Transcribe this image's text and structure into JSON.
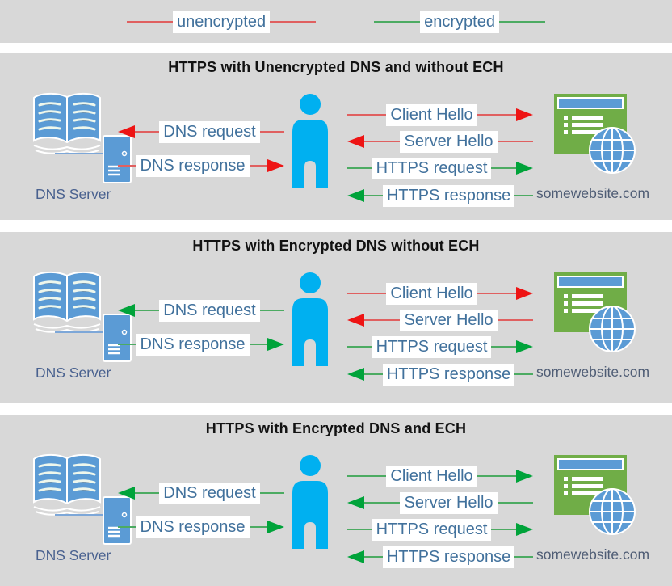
{
  "colors": {
    "panel_background": "#d8d8d8",
    "unencrypted_line": "#e06060",
    "unencrypted_arrowhead": "#ee1414",
    "encrypted_line": "#4cab62",
    "encrypted_arrowhead": "#00a33a",
    "label_text_blue": "#41719c",
    "person_blue": "#00b0f0",
    "icon_blue": "#5b9bd5",
    "website_green": "#70ad47"
  },
  "legend": {
    "items": [
      {
        "label": "unencrypted",
        "state": "unencrypted"
      },
      {
        "label": "encrypted",
        "state": "encrypted"
      }
    ]
  },
  "panels": [
    {
      "title": "HTTPS with Unencrypted DNS and without ECH",
      "dns_server_label": "DNS Server",
      "website_label": "somewebsite.com",
      "dns_arrows": [
        {
          "label": "DNS request",
          "direction": "left",
          "state": "unencrypted"
        },
        {
          "label": "DNS response",
          "direction": "right",
          "state": "unencrypted"
        }
      ],
      "web_arrows": [
        {
          "label": "Client Hello",
          "direction": "right",
          "state": "unencrypted"
        },
        {
          "label": "Server Hello",
          "direction": "left",
          "state": "unencrypted"
        },
        {
          "label": "HTTPS request",
          "direction": "right",
          "state": "encrypted"
        },
        {
          "label": "HTTPS response",
          "direction": "left",
          "state": "encrypted"
        }
      ]
    },
    {
      "title": "HTTPS with Encrypted DNS without ECH",
      "dns_server_label": "DNS Server",
      "website_label": "somewebsite.com",
      "dns_arrows": [
        {
          "label": "DNS request",
          "direction": "left",
          "state": "encrypted"
        },
        {
          "label": "DNS response",
          "direction": "right",
          "state": "encrypted"
        }
      ],
      "web_arrows": [
        {
          "label": "Client Hello",
          "direction": "right",
          "state": "unencrypted"
        },
        {
          "label": "Server Hello",
          "direction": "left",
          "state": "unencrypted"
        },
        {
          "label": "HTTPS request",
          "direction": "right",
          "state": "encrypted"
        },
        {
          "label": "HTTPS response",
          "direction": "left",
          "state": "encrypted"
        }
      ]
    },
    {
      "title": "HTTPS with Encrypted DNS and ECH",
      "dns_server_label": "DNS Server",
      "website_label": "somewebsite.com",
      "dns_arrows": [
        {
          "label": "DNS request",
          "direction": "left",
          "state": "encrypted"
        },
        {
          "label": "DNS response",
          "direction": "right",
          "state": "encrypted"
        }
      ],
      "web_arrows": [
        {
          "label": "Client Hello",
          "direction": "right",
          "state": "encrypted"
        },
        {
          "label": "Server Hello",
          "direction": "left",
          "state": "encrypted"
        },
        {
          "label": "HTTPS request",
          "direction": "right",
          "state": "encrypted"
        },
        {
          "label": "HTTPS response",
          "direction": "left",
          "state": "encrypted"
        }
      ]
    }
  ]
}
